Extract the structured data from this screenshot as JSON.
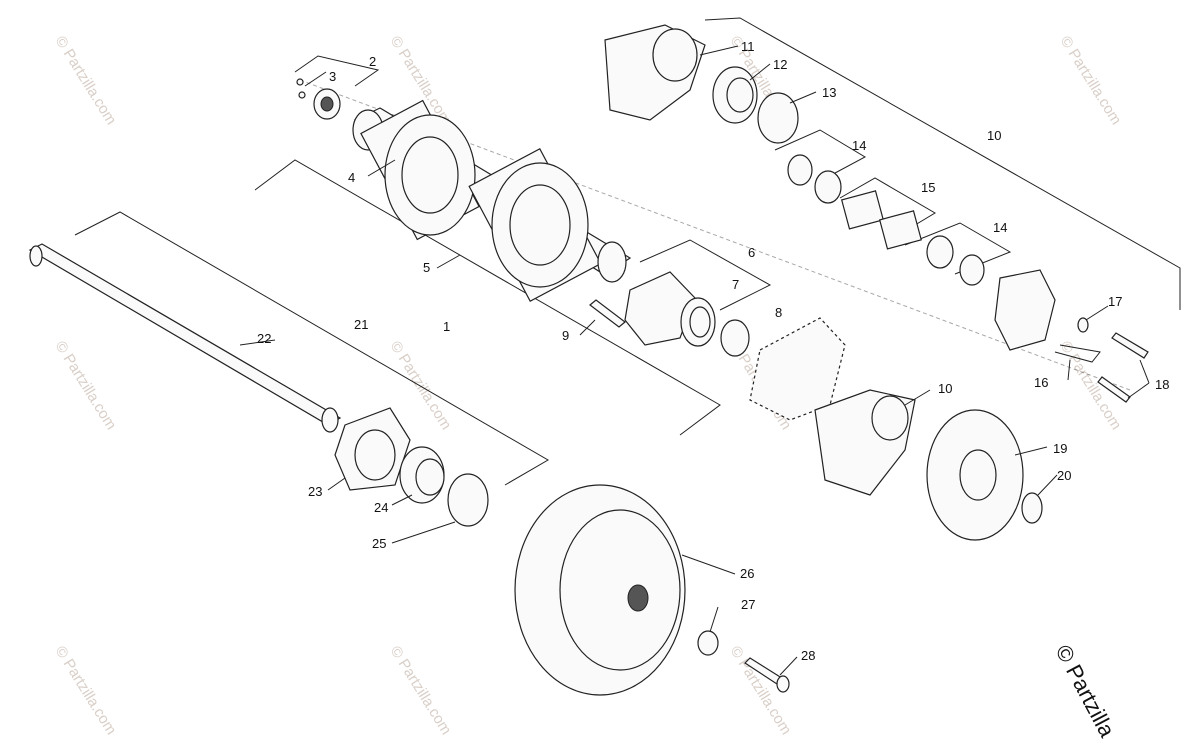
{
  "watermark": "© Partzilla.com",
  "brand": "© Partzilla",
  "callouts": [
    {
      "id": "c1",
      "label": "1"
    },
    {
      "id": "c2",
      "label": "2"
    },
    {
      "id": "c3",
      "label": "3"
    },
    {
      "id": "c4",
      "label": "4"
    },
    {
      "id": "c5",
      "label": "5"
    },
    {
      "id": "c6",
      "label": "6"
    },
    {
      "id": "c7",
      "label": "7"
    },
    {
      "id": "c8",
      "label": "8"
    },
    {
      "id": "c9",
      "label": "9"
    },
    {
      "id": "c10a",
      "label": "10"
    },
    {
      "id": "c10b",
      "label": "10"
    },
    {
      "id": "c11",
      "label": "11"
    },
    {
      "id": "c12",
      "label": "12"
    },
    {
      "id": "c13",
      "label": "13"
    },
    {
      "id": "c14a",
      "label": "14"
    },
    {
      "id": "c14b",
      "label": "14"
    },
    {
      "id": "c15",
      "label": "15"
    },
    {
      "id": "c16",
      "label": "16"
    },
    {
      "id": "c17",
      "label": "17"
    },
    {
      "id": "c18",
      "label": "18"
    },
    {
      "id": "c19",
      "label": "19"
    },
    {
      "id": "c20",
      "label": "20"
    },
    {
      "id": "c21",
      "label": "21"
    },
    {
      "id": "c22",
      "label": "22"
    },
    {
      "id": "c23",
      "label": "23"
    },
    {
      "id": "c24",
      "label": "24"
    },
    {
      "id": "c25",
      "label": "25"
    },
    {
      "id": "c26",
      "label": "26"
    },
    {
      "id": "c27",
      "label": "27"
    },
    {
      "id": "c28",
      "label": "28"
    }
  ]
}
